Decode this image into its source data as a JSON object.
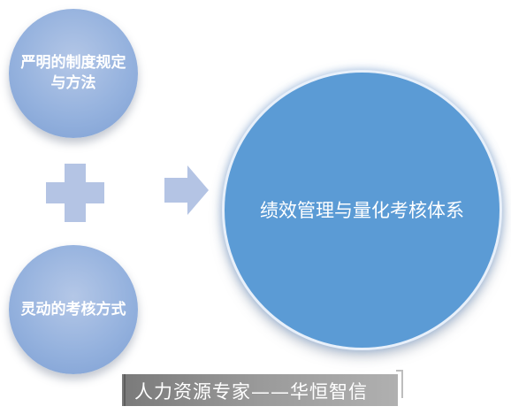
{
  "diagram": {
    "circle_top_text": "严明的制度规定与方法",
    "circle_bottom_text": "灵动的考核方式",
    "circle_big_text": "绩效管理与量化考核体系",
    "plus_icon": "plus-icon",
    "arrow_icon": "arrow-right-icon"
  },
  "footer": {
    "text": "人力资源专家——华恒智信"
  },
  "colors": {
    "small_circle": "#95b2de",
    "big_circle": "#5b9bd5",
    "plus": "#b4c4e4",
    "arrow": "#b4c4e4",
    "footer_bg": "#8c8c8c"
  }
}
